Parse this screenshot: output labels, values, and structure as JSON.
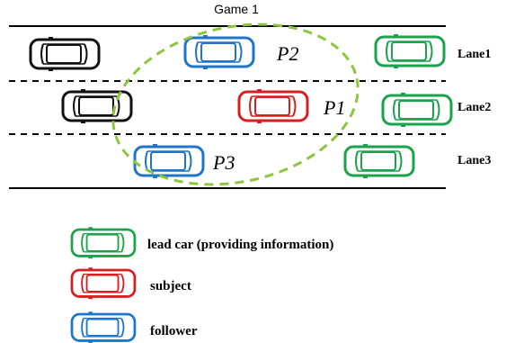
{
  "title": "Game 1",
  "colors": {
    "lead": "#1aa34a",
    "subject": "#d42020",
    "follower": "#1f75c8",
    "other": "#111111",
    "ellipse": "#8cc63f",
    "road": "#000000"
  },
  "lanes": [
    {
      "label": "Lane1"
    },
    {
      "label": "Lane2"
    },
    {
      "label": "Lane3"
    }
  ],
  "players": [
    {
      "label": "P2"
    },
    {
      "label": "P1"
    },
    {
      "label": "P3"
    }
  ],
  "cars": [
    {
      "role": "other",
      "lane": 1
    },
    {
      "role": "follower",
      "lane": 1
    },
    {
      "role": "lead",
      "lane": 1
    },
    {
      "role": "other",
      "lane": 2
    },
    {
      "role": "subject",
      "lane": 2
    },
    {
      "role": "lead",
      "lane": 2
    },
    {
      "role": "follower",
      "lane": 3
    },
    {
      "role": "lead",
      "lane": 3
    }
  ],
  "legend": [
    {
      "role": "lead",
      "label": "lead car (providing information)"
    },
    {
      "role": "subject",
      "label": "subject"
    },
    {
      "role": "follower",
      "label": "follower"
    }
  ]
}
